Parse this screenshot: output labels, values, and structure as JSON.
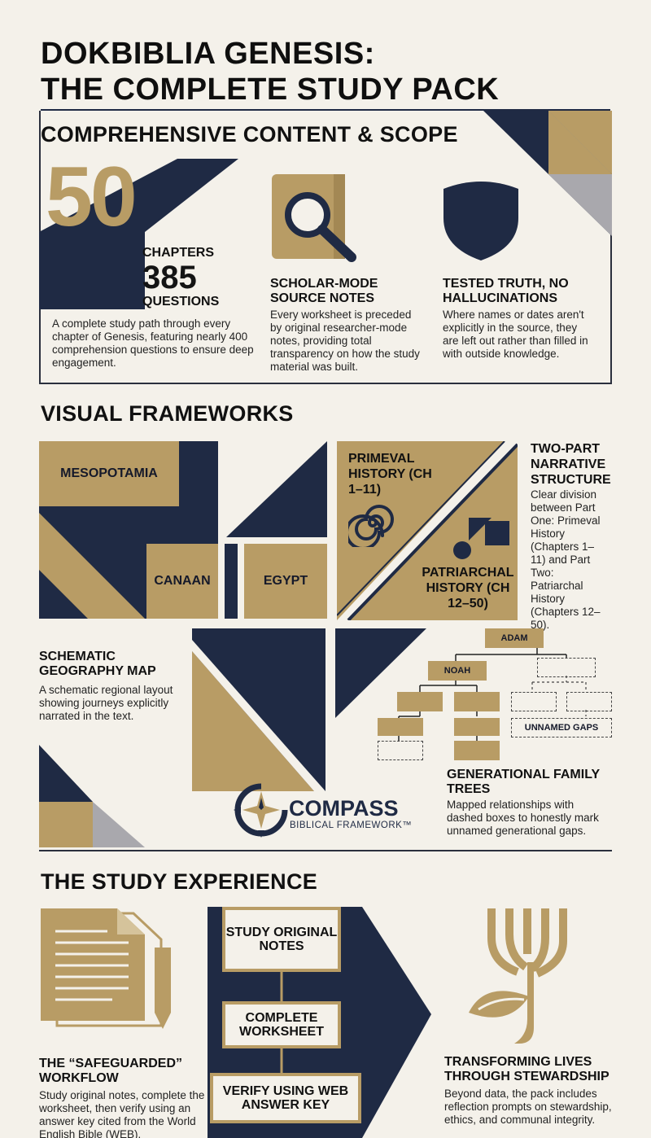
{
  "title_line1": "DOKBIBLIA GENESIS:",
  "title_line2": "THE COMPLETE STUDY PACK",
  "section1": {
    "heading": "COMPREHENSIVE CONTENT & SCOPE",
    "big_number": "50",
    "chapters_label": "CHAPTERS",
    "questions_number": "385",
    "questions_label": "QUESTIONS",
    "intro_text": "A complete study path through every chapter of Genesis, featuring nearly 400 comprehension questions to ensure deep engagement.",
    "col2_title": "SCHOLAR-MODE SOURCE NOTES",
    "col2_text": "Every worksheet is preceded by original researcher-mode notes, providing total transparency on how the study material was built.",
    "col3_title": "TESTED TRUTH, NO HALLUCINATIONS",
    "col3_text": "Where names or dates aren't explicitly in the source, they are left out rather than filled in with outside knowledge."
  },
  "section2": {
    "heading": "VISUAL FRAMEWORKS",
    "tile_mesopotamia": "MESOPOTAMIA",
    "tile_canaan": "CANAAN",
    "tile_egypt": "EGYPT",
    "primeval_label": "PRIMEVAL HISTORY (CH 1–11)",
    "patriarchal_label": "PATRIARCHAL HISTORY (CH 12–50)",
    "narrative_title": "TWO-PART NARRATIVE STRUCTURE",
    "narrative_text": "Clear division between Part One: Primeval History (Chapters 1–11) and Part Two: Patriarchal History (Chapters 12–50).",
    "map_title": "SCHEMATIC GEOGRAPHY MAP",
    "map_text": "A schematic regional layout showing journeys explicitly narrated in the text.",
    "tree_adam": "ADAM",
    "tree_noah": "NOAH",
    "tree_unnamed": "UNNAMED GAPS",
    "tree_title": "GENERATIONAL FAMILY TREES",
    "tree_text": "Mapped relationships with dashed boxes to honestly mark unnamed generational gaps.",
    "logo_name": "COMPASS",
    "logo_sub": "BIBLICAL FRAMEWORK™"
  },
  "section3": {
    "heading": "THE STUDY EXPERIENCE",
    "flow_step1": "STUDY ORIGINAL NOTES",
    "flow_step2": "COMPLETE WORKSHEET",
    "flow_step3": "VERIFY USING WEB ANSWER KEY",
    "workflow_title": "THE “SAFEGUARDED” WORKFLOW",
    "workflow_text": "Study original notes, complete the worksheet, then verify using an answer key cited from the World English Bible (WEB).",
    "lives_title": "TRANSFORMING LIVES THROUGH STEWARDSHIP",
    "lives_text": "Beyond data, the pack includes reflection prompts on stewardship, ethics, and communal integrity."
  },
  "colors": {
    "navy": "#1f2a44",
    "gold": "#b89c65",
    "paper": "#f4f1ea",
    "gray": "#a9a8ad"
  },
  "icons": [
    "magnifier-book-icon",
    "shield-icon",
    "spiral-icon",
    "shapes-icon",
    "compass-icon",
    "document-icon",
    "pencil-icon",
    "tree-sprout-icon"
  ]
}
